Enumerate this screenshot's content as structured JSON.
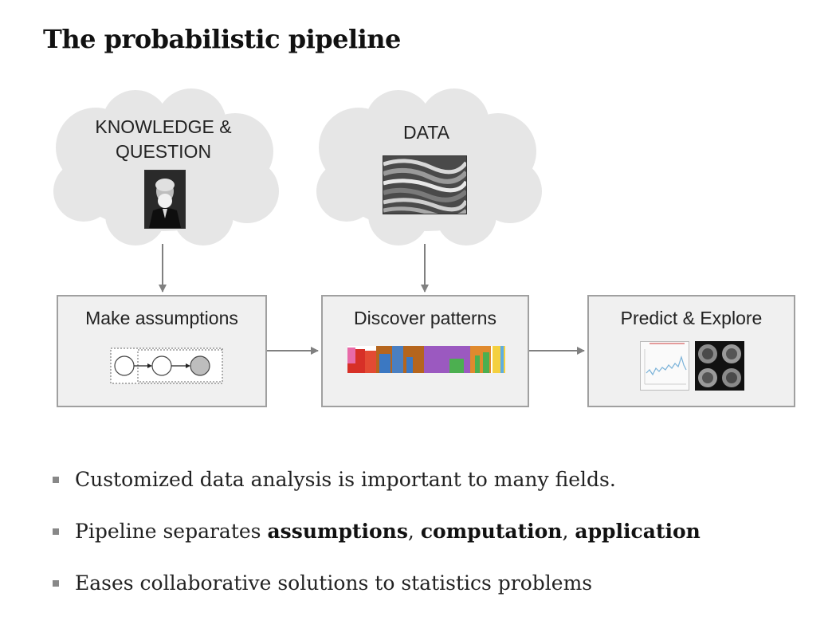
{
  "slide": {
    "title": "The probabilistic pipeline"
  },
  "clouds": [
    {
      "label_lines": [
        "KNOWLEDGE &",
        "QUESTION"
      ],
      "image": "portrait-photo"
    },
    {
      "label_lines": [
        "DATA"
      ],
      "image": "data-texture-photo"
    }
  ],
  "boxes": [
    {
      "label": "Make assumptions",
      "graphic": "graphical-model-icon"
    },
    {
      "label": "Discover patterns",
      "graphic": "admixture-barplot"
    },
    {
      "label": "Predict & Explore",
      "graphic": "time-series-and-brain-scans"
    }
  ],
  "bullets": [
    {
      "text": "Customized data analysis is important to many fields."
    },
    {
      "prefix": "Pipeline separates ",
      "b1": "assumptions",
      "sep1": ", ",
      "b2": "computation",
      "sep2": ", ",
      "b3": "application"
    },
    {
      "text": "Eases collaborative solutions to statistics problems"
    }
  ],
  "colors": {
    "cloud": "#e6e6e6",
    "box_fill": "#f0f0f0",
    "box_border": "#a0a0a0",
    "arrow": "#808080"
  }
}
